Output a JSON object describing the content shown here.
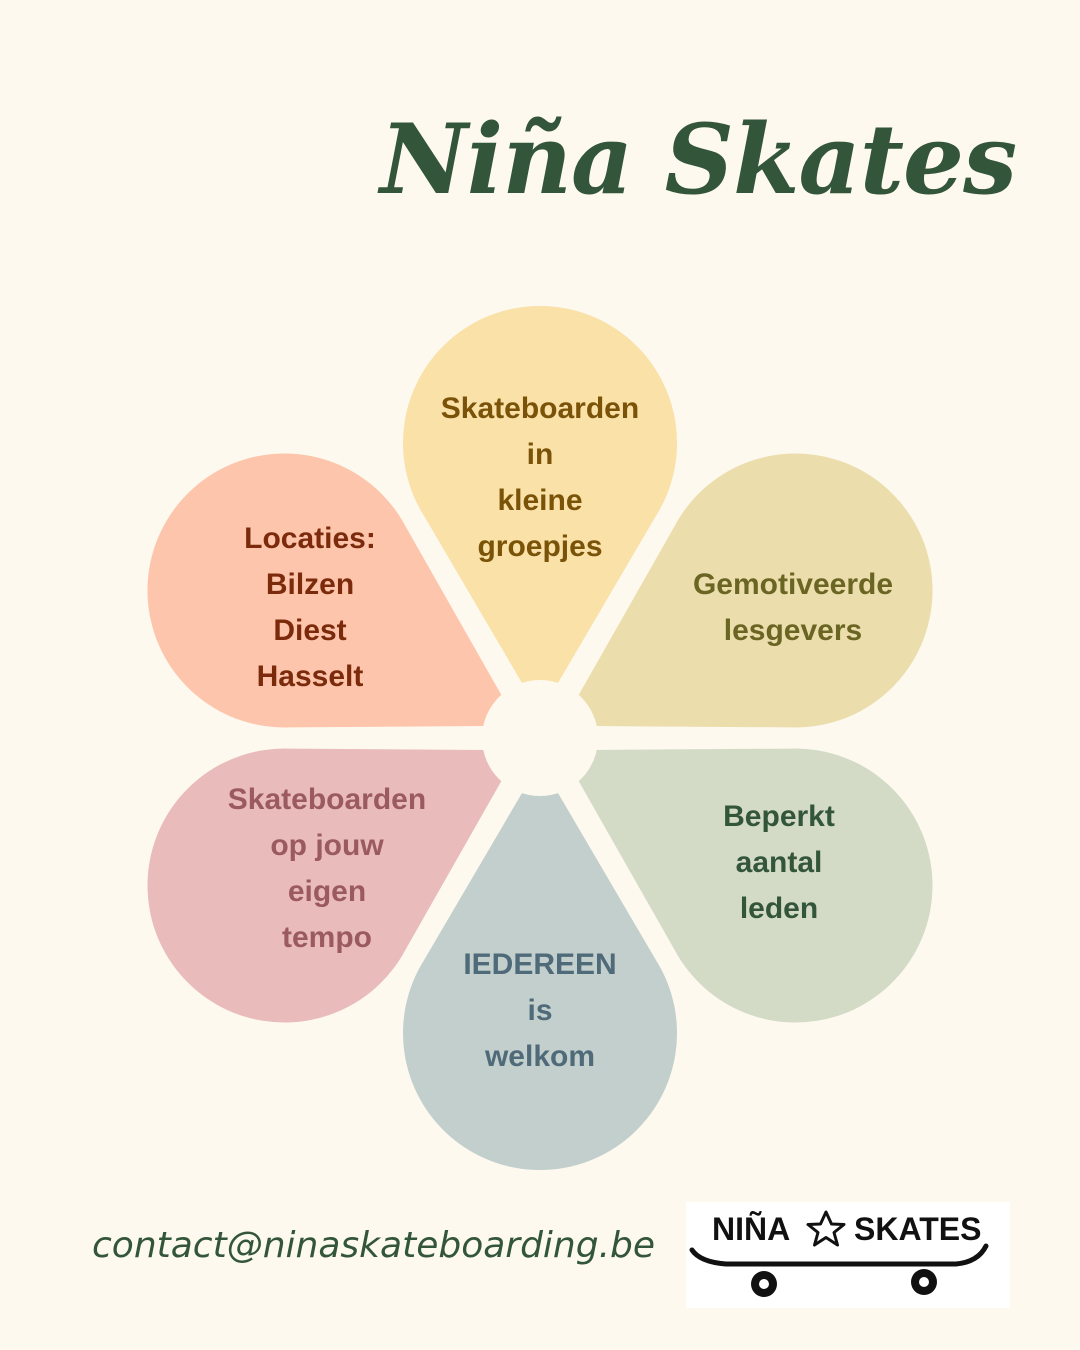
{
  "title": "Niña Skates",
  "petals": [
    {
      "id": "top",
      "lines": [
        "Skateboarden",
        "in",
        "kleine",
        "groepjes"
      ],
      "fill": "#f9e1a8",
      "text_color": "#7a5208"
    },
    {
      "id": "upper-right",
      "lines": [
        "Gemotiveerde",
        "lesgevers"
      ],
      "fill": "#ebdeac",
      "text_color": "#6b6524"
    },
    {
      "id": "lower-right",
      "lines": [
        "Beperkt",
        "aantal",
        "leden"
      ],
      "fill": "#d3dbc6",
      "text_color": "#335539"
    },
    {
      "id": "bottom",
      "lines": [
        "IEDEREEN",
        "is",
        "welkom"
      ],
      "fill": "#c3cfcc",
      "text_color": "#4f6a78"
    },
    {
      "id": "lower-left",
      "lines": [
        "Skateboarden",
        "op jouw",
        "eigen",
        "tempo"
      ],
      "fill": "#e9bcbb",
      "text_color": "#9a5a60"
    },
    {
      "id": "upper-left",
      "lines": [
        "Locaties:",
        "Bilzen",
        "Diest",
        "Hasselt"
      ],
      "fill": "#fdc5ab",
      "text_color": "#7c2a0c"
    }
  ],
  "center_color": "#fdf9ef",
  "footer": {
    "contact": "contact@ninaskateboarding.be"
  },
  "logo": {
    "left_word": "NIÑA",
    "right_word": "SKATES",
    "icon": "star-icon"
  },
  "colors": {
    "background": "#fdf9ef",
    "title": "#335539"
  }
}
